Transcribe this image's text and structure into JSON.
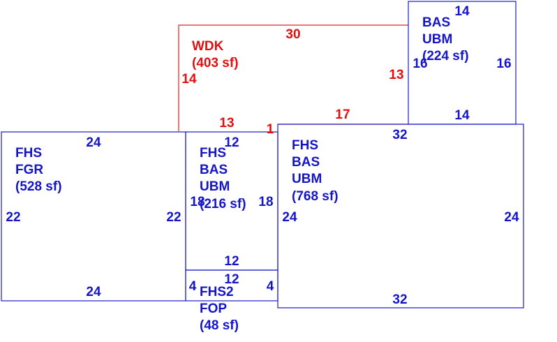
{
  "colors": {
    "blue": "#1414c8",
    "red": "#e01010",
    "blue_line": "#1a1acc",
    "red_line": "#e02020"
  },
  "areas": {
    "wdk": {
      "lines": [
        "WDK",
        "(403 sf)"
      ],
      "color": "red"
    },
    "bas_top": {
      "lines": [
        "BAS",
        "UBM",
        "(224 sf)"
      ],
      "color": "blue"
    },
    "fgr": {
      "lines": [
        "FHS",
        "FGR",
        "(528 sf)"
      ],
      "color": "blue"
    },
    "bas_mid": {
      "lines": [
        "FHS",
        "BAS",
        "UBM",
        "(216 sf)"
      ],
      "color": "blue"
    },
    "bas_main": {
      "lines": [
        "FHS",
        "BAS",
        "UBM",
        "(768 sf)"
      ],
      "color": "blue"
    },
    "fop": {
      "lines": [
        "FHS2",
        "FOP",
        "(48 sf)"
      ],
      "color": "blue"
    }
  },
  "dimensions": {
    "wdk_top": "30",
    "wdk_left": "14",
    "wdk_right": "13",
    "wdk_bottom_left": "13",
    "wdk_bottom_small": "1",
    "wdk_bottom_right": "17",
    "bas_top_top": "14",
    "bas_top_left": "16",
    "bas_top_right": "16",
    "bas_top_bottom": "14",
    "fgr_top": "24",
    "fgr_left": "22",
    "fgr_right": "22",
    "fgr_bottom": "24",
    "mid_top": "12",
    "mid_left": "18",
    "mid_right": "18",
    "mid_bottom": "12",
    "fop_top": "12",
    "fop_left": "4",
    "fop_right": "4",
    "main_top": "32",
    "main_left": "24",
    "main_right": "24",
    "main_bottom": "32"
  }
}
